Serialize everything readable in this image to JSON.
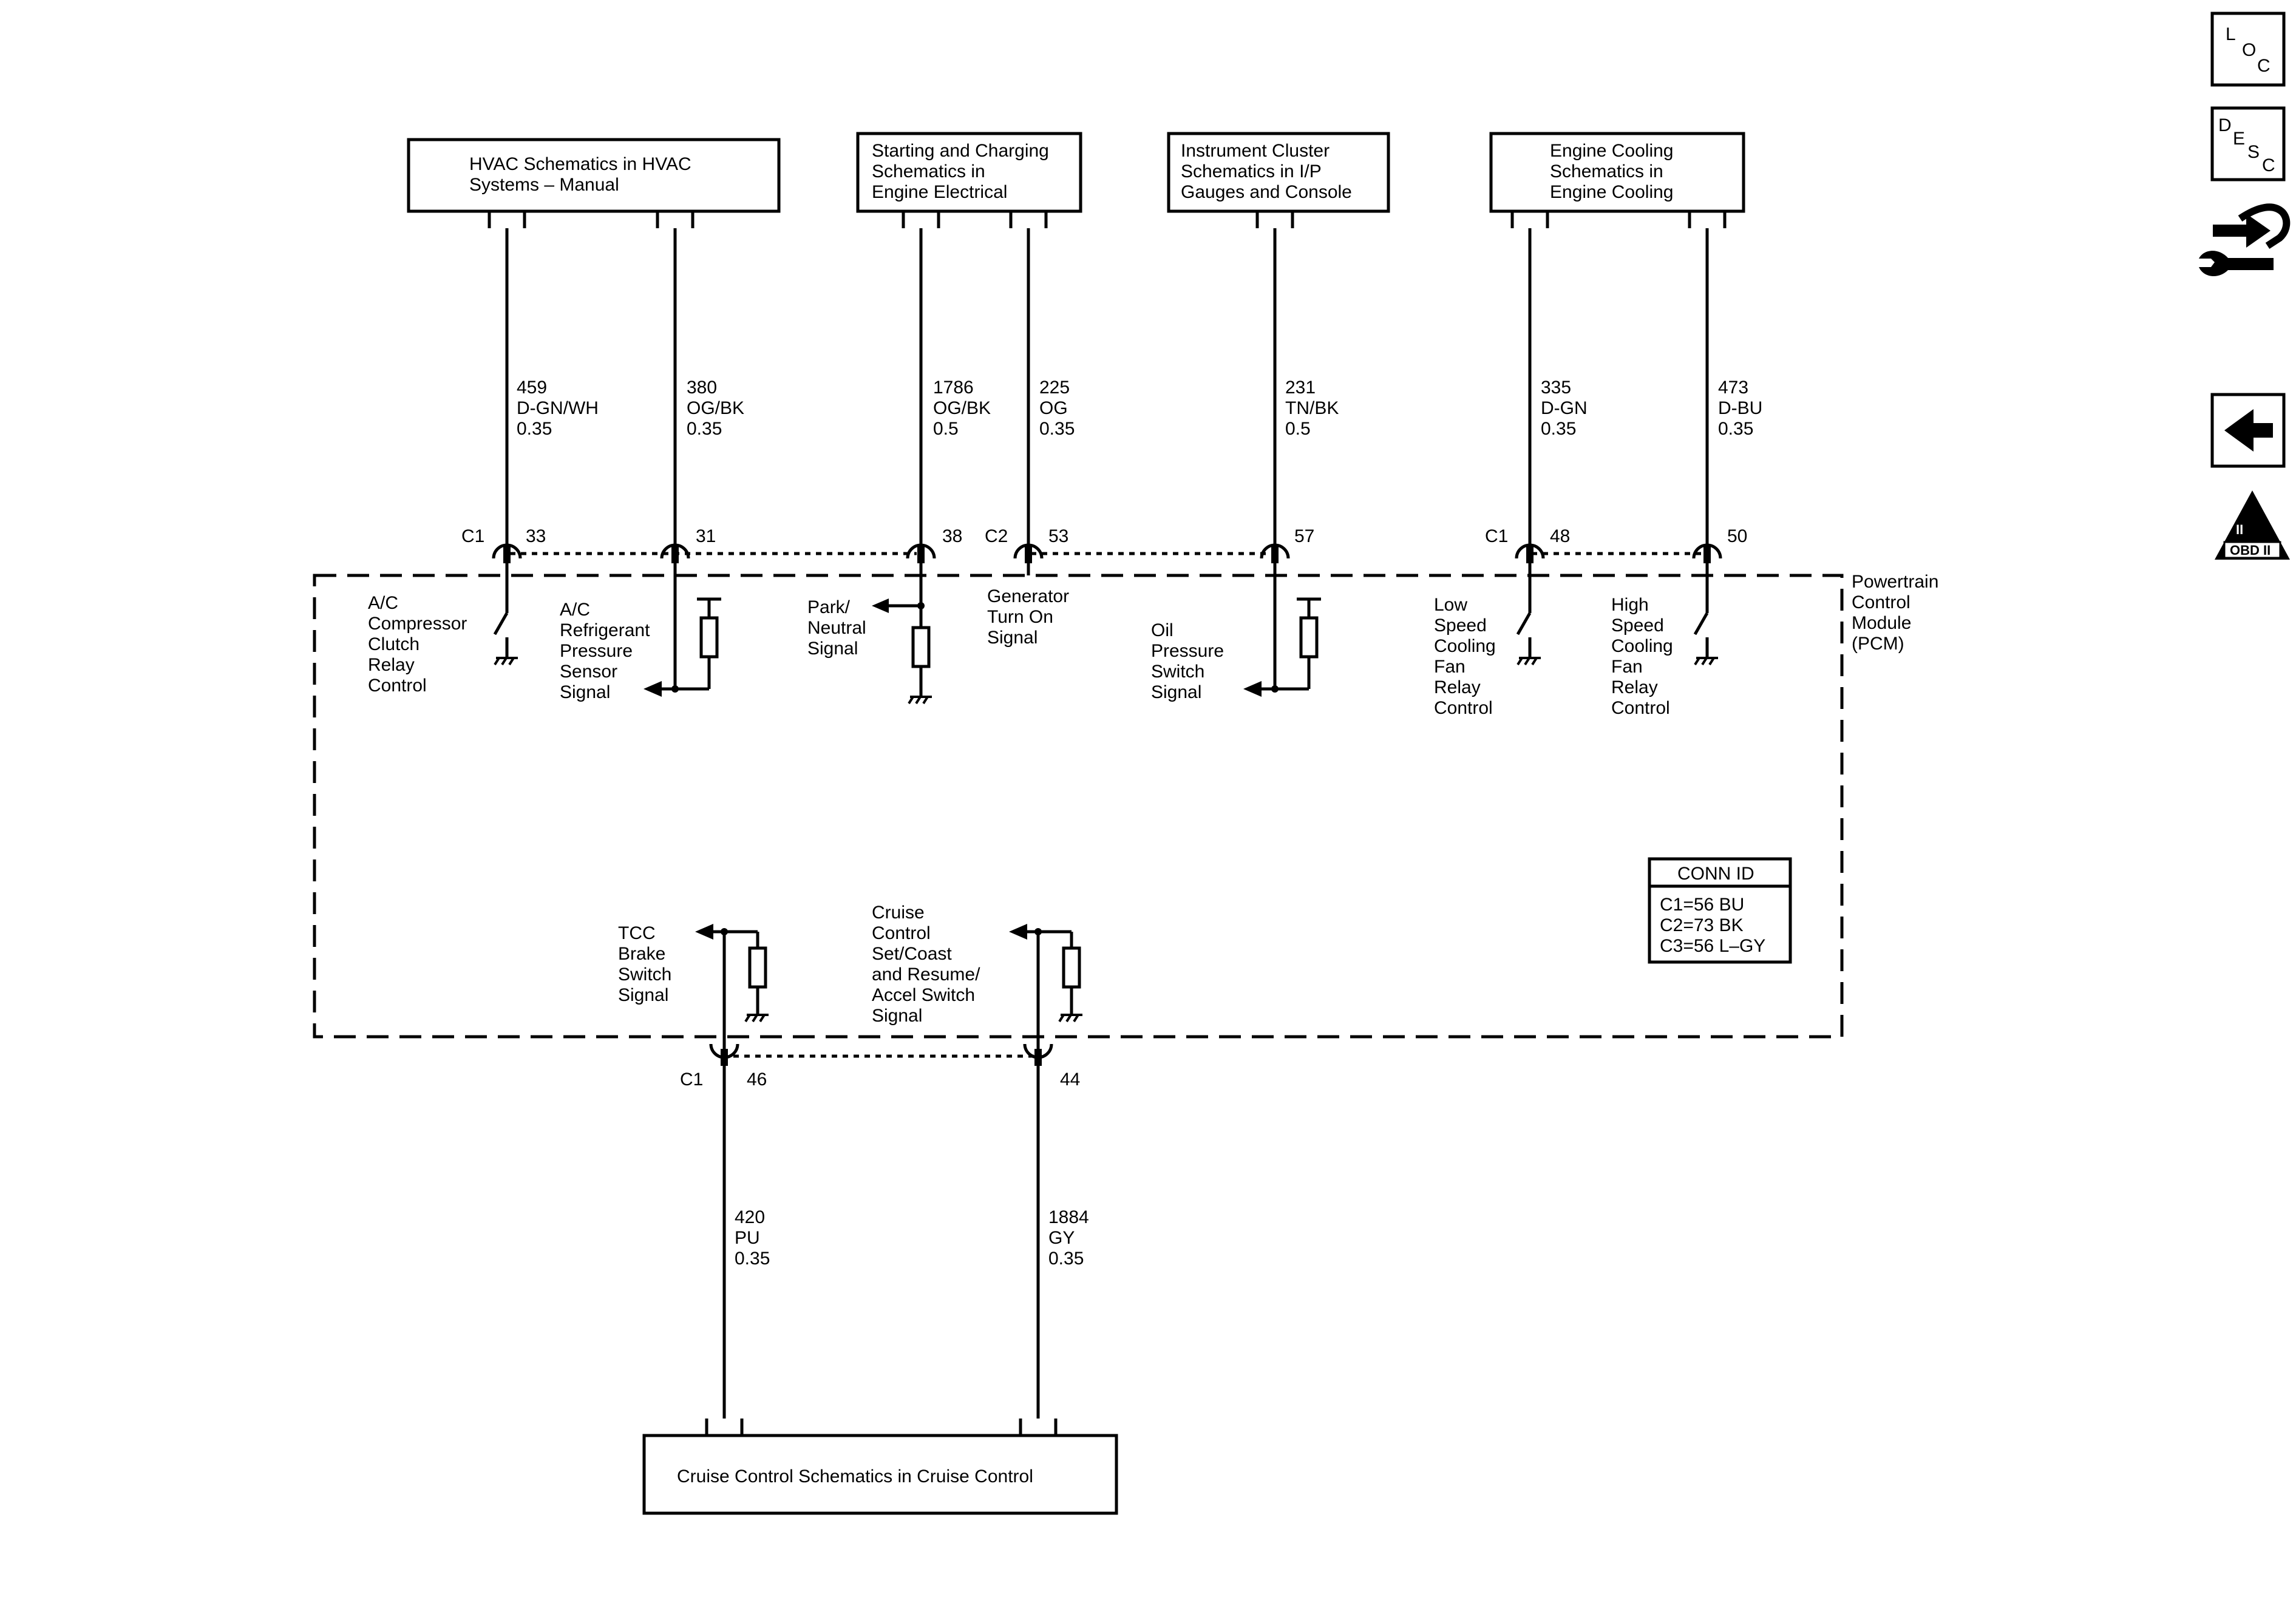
{
  "top_boxes": [
    {
      "lines": [
        "HVAC Schematics in HVAC",
        "Systems – Manual"
      ]
    },
    {
      "lines": [
        "Starting and Charging",
        "Schematics in",
        "Engine Electrical"
      ]
    },
    {
      "lines": [
        "Instrument Cluster",
        "Schematics in I/P",
        "Gauges and Console"
      ]
    },
    {
      "lines": [
        "Engine Cooling",
        "Schematics in",
        "Engine Cooling"
      ]
    }
  ],
  "bottom_box": {
    "label": "Cruise Control Schematics in Cruise Control"
  },
  "wires_top": [
    {
      "circuit": "459",
      "color": "D-GN/WH",
      "gauge": "0.35",
      "conn": "C1",
      "pin": "33"
    },
    {
      "circuit": "380",
      "color": "OG/BK",
      "gauge": "0.35",
      "conn": "",
      "pin": "31"
    },
    {
      "circuit": "1786",
      "color": "OG/BK",
      "gauge": "0.5",
      "conn": "",
      "pin": "38"
    },
    {
      "circuit": "225",
      "color": "OG",
      "gauge": "0.35",
      "conn": "C2",
      "pin": "53"
    },
    {
      "circuit": "231",
      "color": "TN/BK",
      "gauge": "0.5",
      "conn": "",
      "pin": "57"
    },
    {
      "circuit": "335",
      "color": "D-GN",
      "gauge": "0.35",
      "conn": "C1",
      "pin": "48"
    },
    {
      "circuit": "473",
      "color": "D-BU",
      "gauge": "0.35",
      "conn": "",
      "pin": "50"
    }
  ],
  "wires_bottom": [
    {
      "circuit": "420",
      "color": "PU",
      "gauge": "0.35",
      "conn": "C1",
      "pin": "46"
    },
    {
      "circuit": "1884",
      "color": "GY",
      "gauge": "0.35",
      "conn": "",
      "pin": "44"
    }
  ],
  "signals_top": [
    {
      "lines": [
        "A/C",
        "Compressor",
        "Clutch",
        "Relay",
        "Control"
      ]
    },
    {
      "lines": [
        "A/C",
        "Refrigerant",
        "Pressure",
        "Sensor",
        "Signal"
      ]
    },
    {
      "lines": [
        "Park/",
        "Neutral",
        "Signal"
      ]
    },
    {
      "lines": [
        "Generator",
        "Turn On",
        "Signal"
      ]
    },
    {
      "lines": [
        "Oil",
        "Pressure",
        "Switch",
        "Signal"
      ]
    },
    {
      "lines": [
        "Low",
        "Speed",
        "Cooling",
        "Fan",
        "Relay",
        "Control"
      ]
    },
    {
      "lines": [
        "High",
        "Speed",
        "Cooling",
        "Fan",
        "Relay",
        "Control"
      ]
    }
  ],
  "signals_bottom": [
    {
      "lines": [
        "TCC",
        "Brake",
        "Switch",
        "Signal"
      ]
    },
    {
      "lines": [
        "Cruise",
        "Control",
        "Set/Coast",
        "and Resume/",
        "Accel Switch",
        "Signal"
      ]
    }
  ],
  "module": {
    "lines": [
      "Powertrain",
      "Control",
      "Module",
      "(PCM)"
    ]
  },
  "conn_id": {
    "title": "CONN ID",
    "rows": [
      "C1=56 BU",
      "C2=73 BK",
      "C3=56 L–GY"
    ]
  },
  "nav": {
    "loc": [
      "L",
      "O",
      "C"
    ],
    "desc": [
      "D",
      "E",
      "S",
      "C"
    ],
    "obd_numeral": "II",
    "obd_label": "OBD II"
  }
}
